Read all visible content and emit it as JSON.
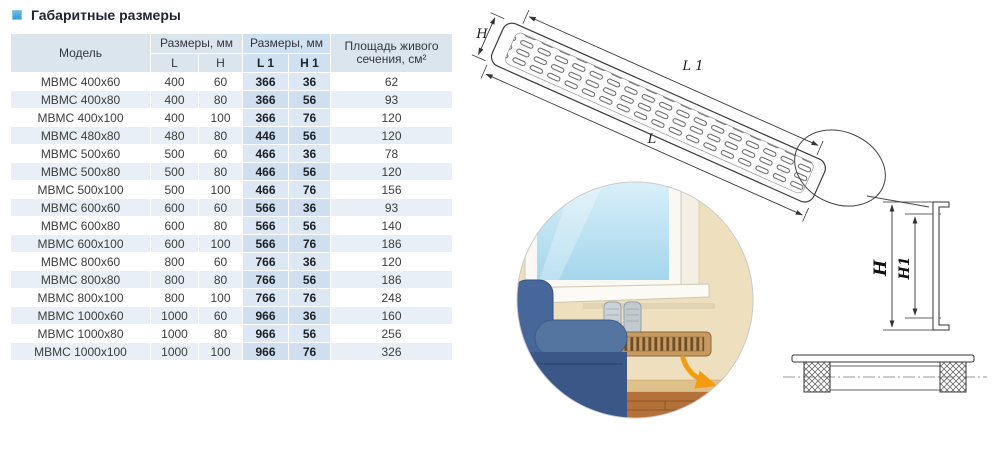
{
  "title": "Габаритные размеры",
  "table": {
    "header_model": "Модель",
    "header_dims_outer": "Размеры, мм",
    "header_dims_inner": "Размеры, мм",
    "header_area": "Площадь живого сечения, см²",
    "sub_l": "L",
    "sub_h": "H",
    "sub_l1": "L 1",
    "sub_h1": "H 1",
    "rows": [
      {
        "model": "МВМС 400x60",
        "l": "400",
        "h": "60",
        "l1": "366",
        "h1": "36",
        "area": "62"
      },
      {
        "model": "МВМС 400x80",
        "l": "400",
        "h": "80",
        "l1": "366",
        "h1": "56",
        "area": "93"
      },
      {
        "model": "МВМС 400x100",
        "l": "400",
        "h": "100",
        "l1": "366",
        "h1": "76",
        "area": "120"
      },
      {
        "model": "МВМС 480x80",
        "l": "480",
        "h": "80",
        "l1": "446",
        "h1": "56",
        "area": "120"
      },
      {
        "model": "МВМС 500x60",
        "l": "500",
        "h": "60",
        "l1": "466",
        "h1": "36",
        "area": "78"
      },
      {
        "model": "МВМС 500x80",
        "l": "500",
        "h": "80",
        "l1": "466",
        "h1": "56",
        "area": "120"
      },
      {
        "model": "МВМС 500x100",
        "l": "500",
        "h": "100",
        "l1": "466",
        "h1": "76",
        "area": "156"
      },
      {
        "model": "МВМС 600x60",
        "l": "600",
        "h": "60",
        "l1": "566",
        "h1": "36",
        "area": "93"
      },
      {
        "model": "МВМС 600x80",
        "l": "600",
        "h": "80",
        "l1": "566",
        "h1": "56",
        "area": "140"
      },
      {
        "model": "МВМС 600x100",
        "l": "600",
        "h": "100",
        "l1": "566",
        "h1": "76",
        "area": "186"
      },
      {
        "model": "МВМС 800x60",
        "l": "800",
        "h": "60",
        "l1": "766",
        "h1": "36",
        "area": "120"
      },
      {
        "model": "МВМС 800x80",
        "l": "800",
        "h": "80",
        "l1": "766",
        "h1": "56",
        "area": "186"
      },
      {
        "model": "МВМС 800x100",
        "l": "800",
        "h": "100",
        "l1": "766",
        "h1": "76",
        "area": "248"
      },
      {
        "model": "МВМС 1000x60",
        "l": "1000",
        "h": "60",
        "l1": "966",
        "h1": "36",
        "area": "160"
      },
      {
        "model": "МВМС 1000x80",
        "l": "1000",
        "h": "80",
        "l1": "966",
        "h1": "56",
        "area": "256"
      },
      {
        "model": "МВМС 1000x100",
        "l": "1000",
        "h": "100",
        "l1": "966",
        "h1": "76",
        "area": "326"
      }
    ]
  },
  "diagram": {
    "dim_l1": "L 1",
    "dim_l": "L",
    "dim_h": "H",
    "profile_h": "H",
    "profile_h1": "H1"
  },
  "colors": {
    "accent_blue": "#2e9bd6",
    "header_bg": "#dbe5ee",
    "header_blue_bg": "#cfe0f0",
    "row_alt_bg": "#e9eff6",
    "arrow_orange": "#f39c12"
  }
}
